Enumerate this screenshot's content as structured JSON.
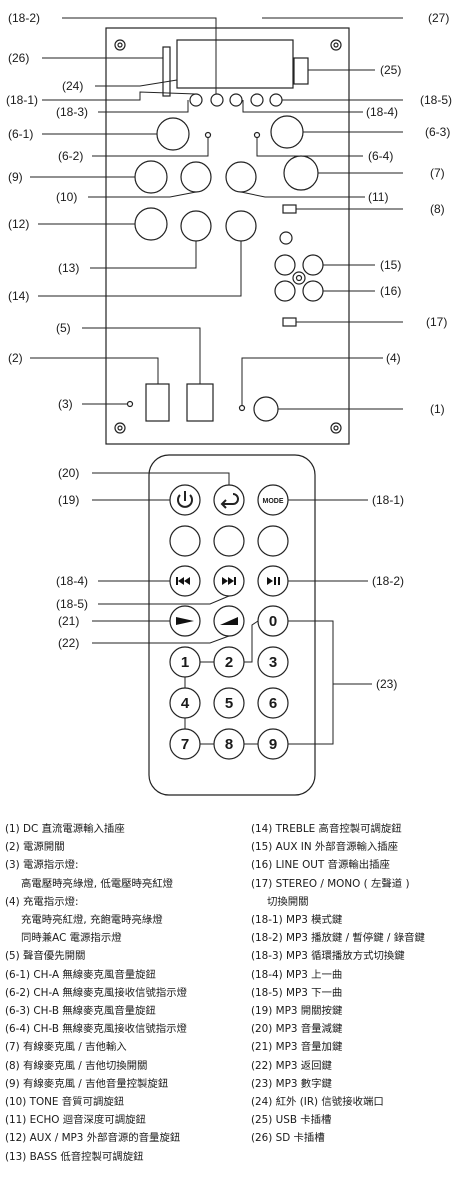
{
  "panel_callouts": {
    "c18_2": "(18-2)",
    "c27": "(27)",
    "c26": "(26)",
    "c25": "(25)",
    "c24": "(24)",
    "c18_1": "(18-1)",
    "c18_5": "(18-5)",
    "c18_3": "(18-3)",
    "c18_4": "(18-4)",
    "c6_1": "(6-1)",
    "c6_3": "(6-3)",
    "c6_2": "(6-2)",
    "c6_4": "(6-4)",
    "c9": "(9)",
    "c7": "(7)",
    "c10": "(10)",
    "c11": "(11)",
    "c8": "(8)",
    "c12": "(12)",
    "c13": "(13)",
    "c15": "(15)",
    "c16": "(16)",
    "c14": "(14)",
    "c17": "(17)",
    "c5": "(5)",
    "c2": "(2)",
    "c4": "(4)",
    "c3": "(3)",
    "c1": "(1)"
  },
  "remote_callouts": {
    "c20": "(20)",
    "c19": "(19)",
    "c18_1": "(18-1)",
    "c18_4": "(18-4)",
    "c18_2": "(18-2)",
    "c18_5": "(18-5)",
    "c21": "(21)",
    "c22": "(22)",
    "c23": "(23)"
  },
  "remote_buttons": {
    "mode": "MODE",
    "digits": [
      "0",
      "1",
      "2",
      "3",
      "4",
      "5",
      "6",
      "7",
      "8",
      "9"
    ]
  },
  "legend_left": [
    "(1) DC 直流電源輸入插座",
    "(2) 電源開關",
    "(3) 電源指示燈:",
    "高電壓時亮綠燈, 低電壓時亮紅燈",
    "(4) 充電指示燈:",
    "充電時亮紅燈, 充飽電時亮綠燈",
    "同時兼AC 電源指示燈",
    "(5) 聲音優先開關",
    "(6-1) CH-A 無線麥克風音量旋鈕",
    "(6-2) CH-A 無線麥克風接收信號指示燈",
    "(6-3) CH-B 無線麥克風音量旋鈕",
    "(6-4) CH-B 無線麥克風接收信號指示燈",
    "(7) 有線麥克風 / 吉他輸入",
    "(8) 有線麥克風 / 吉他切換開關",
    "(9) 有線麥克風 / 吉他音量控製旋鈕",
    "(10) TONE 音質可調旋鈕",
    "(11) ECHO 迴音深度可調旋鈕",
    "(12) AUX / MP3 外部音源的音量旋鈕",
    "(13) BASS 低音控製可調旋鈕"
  ],
  "legend_right": [
    "(14) TREBLE 高音控製可調旋鈕",
    "(15) AUX IN 外部音源輸入插座",
    "(16) LINE OUT 音源輸出插座",
    "(17) STEREO / MONO ( 左聲道 )",
    "切換開關",
    "(18-1) MP3 模式鍵",
    "(18-2) MP3 播放鍵 / 暫停鍵 / 錄音鍵",
    "(18-3) MP3 循環播放方式切換鍵",
    "(18-4) MP3 上一曲",
    "(18-5) MP3 下一曲",
    "(19) MP3 開關按鍵",
    "(20) MP3 音量減鍵",
    "(21) MP3 音量加鍵",
    "(22) MP3 返回鍵",
    "(23) MP3 數字鍵",
    "(24) 紅外 (IR) 信號接收端口",
    "(25) USB 卡插槽",
    "(26) SD 卡插槽"
  ]
}
